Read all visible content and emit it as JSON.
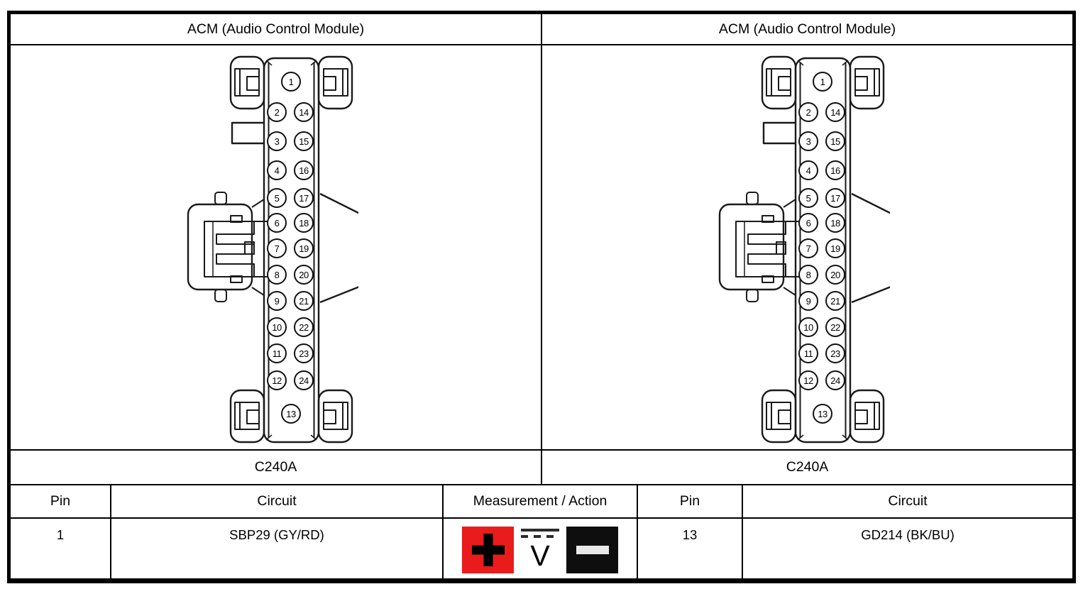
{
  "panels": [
    {
      "title": "ACM (Audio Control Module)",
      "connector_label": "C240A"
    },
    {
      "title": "ACM (Audio Control Module)",
      "connector_label": "C240A"
    }
  ],
  "connector": {
    "top_pin": "1",
    "bottom_pin": "13",
    "left_column_pins": [
      "2",
      "3",
      "4",
      "5",
      "6",
      "7",
      "8",
      "9",
      "10",
      "11",
      "12"
    ],
    "right_column_pins": [
      "14",
      "15",
      "16",
      "17",
      "18",
      "19",
      "20",
      "21",
      "22",
      "23",
      "24"
    ]
  },
  "table": {
    "header": {
      "pin": "Pin",
      "circuit": "Circuit",
      "measurement": "Measurement / Action"
    },
    "left_row": {
      "pin": "1",
      "circuit": "SBP29 (GY/RD)"
    },
    "right_row": {
      "pin": "13",
      "circuit": "GD214 (BK/BU)"
    },
    "measurement_icons": [
      {
        "name": "positive-probe-icon",
        "glyph": "+",
        "bg": "#ea1b1b",
        "fg": "#000000"
      },
      {
        "name": "dc-voltage-icon",
        "glyph": "V",
        "fg": "#000000"
      },
      {
        "name": "negative-probe-icon",
        "glyph": "-",
        "bg": "#0e0e0e",
        "fg": "#e8e8e8"
      }
    ]
  }
}
